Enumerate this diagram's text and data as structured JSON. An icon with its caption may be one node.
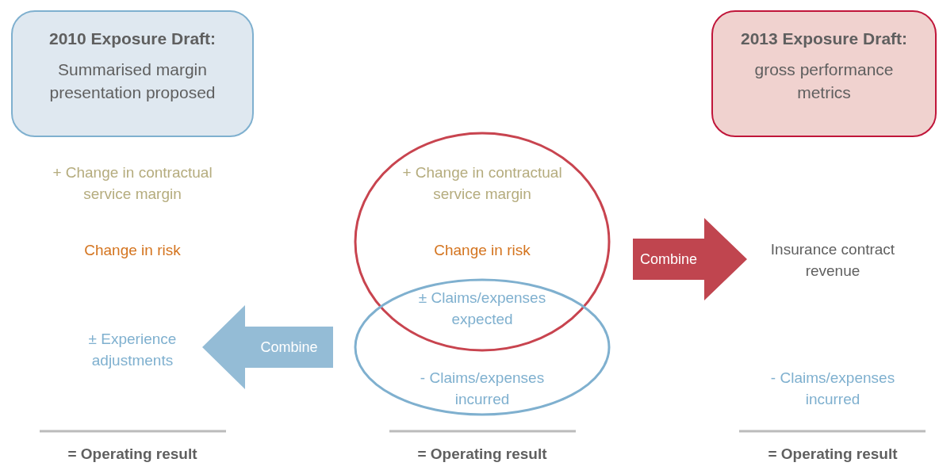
{
  "diagram": {
    "nodes": [
      {
        "text": [
          "2010 Exposure Draft:",
          "Summarised margin presentation proposed"
        ]
      },
      {
        "text": [
          "2013 Exposure Draft:",
          "gross performance metrics"
        ]
      },
      {
        "text": [],
        "shape": "ellipse"
      },
      {
        "text": [],
        "shape": "ellipse"
      },
      {
        "text": [
          "± Experience adjustments"
        ]
      },
      {
        "text": [
          "Insurance contract revenue"
        ]
      }
    ],
    "edges": [
      {
        "from": 2,
        "to": 5,
        "arrow": "to",
        "label": "Combine",
        "style": "thick",
        "color": "#c0454f"
      },
      {
        "from": 3,
        "to": 4,
        "arrow": "to",
        "label": "Combine",
        "style": "thick",
        "color": "#94bcd6"
      }
    ],
    "labels": [
      "+ Change in contractual service margin",
      "+ Change in contractual service margin",
      "Change in risk",
      "Change in risk",
      "± Claims/expenses expected",
      "- Claims/expenses incurred",
      "- Claims/expenses incurred",
      "= Operating result",
      "= Operating result",
      "= Operating result"
    ]
  }
}
